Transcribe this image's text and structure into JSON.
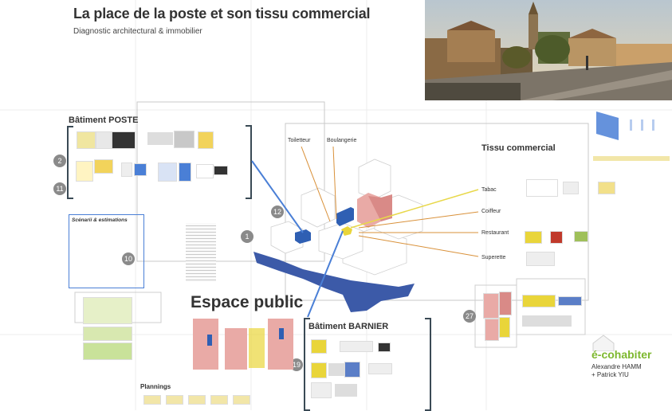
{
  "header": {
    "title": "La place de la poste et son tissu commercial",
    "subtitle": "Diagnostic architectural & immobilier"
  },
  "sections": {
    "batiment_poste": "Bâtiment POSTE",
    "scenarii": "Scénarii & estimations",
    "tissu_commercial": "Tissu commercial",
    "espace_public": "Espace public",
    "batiment_barnier": "Bâtiment BARNIER",
    "plannings": "Plannings"
  },
  "commerce_labels": {
    "toiletteur": "Toiletteur",
    "boulangerie": "Boulangerie",
    "tabac": "Tabac",
    "coiffeur": "Coiffeur",
    "restaurant": "Restaurant",
    "superette": "Superette"
  },
  "step_numbers": {
    "n1": "1",
    "n2": "2",
    "n10": "10",
    "n11": "11",
    "n12": "12",
    "n19": "19",
    "n27": "27"
  },
  "logo": {
    "brand": "é-cohabiter",
    "author1": "Alexandre HAMM",
    "author2": "+ Patrick YIU"
  },
  "colors": {
    "accent_blue": "#2f5fb3",
    "connector_blue": "#4a7fd6",
    "connector_orange": "#d9913a",
    "connector_yellow": "#e8d84a",
    "bracket": "#3a4a55",
    "logo_green": "#7db82e"
  }
}
